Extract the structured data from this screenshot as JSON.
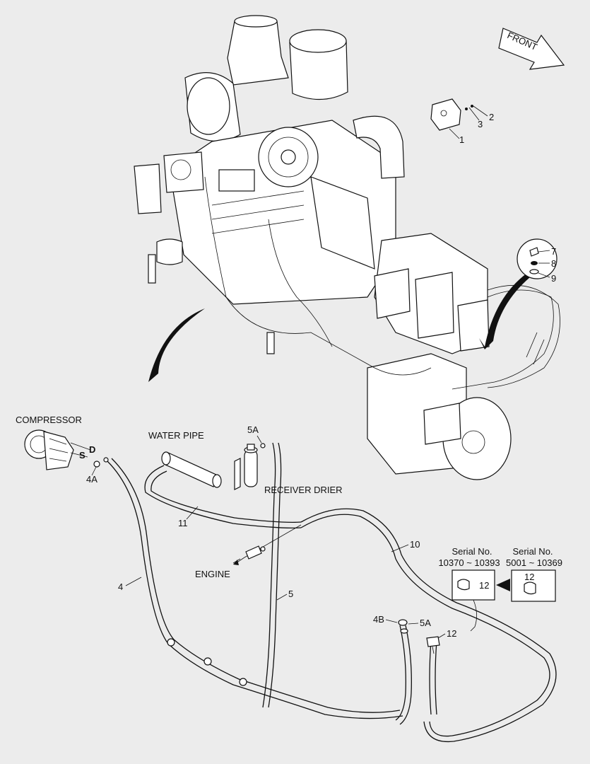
{
  "labels": {
    "front": "FRONT",
    "compressor": "COMPRESSOR",
    "water_pipe": "WATER PIPE",
    "receiver_drier": "RECEIVER DRIER",
    "engine": "ENGINE",
    "port_s": "S",
    "port_d": "D"
  },
  "callouts": {
    "c1": "1",
    "c2": "2",
    "c3": "3",
    "c4": "4",
    "c4a": "4A",
    "c4b": "4B",
    "c5": "5",
    "c5a_top": "5A",
    "c5a_bottom": "5A",
    "c7": "7",
    "c8": "8",
    "c9": "9",
    "c10": "10",
    "c11": "11",
    "c12": "12",
    "c12_box_a": "12",
    "c12_box_b": "12"
  },
  "serial_boxes": [
    {
      "title": "Serial No.",
      "range": "10370 ~ 10393"
    },
    {
      "title": "Serial No.",
      "range": "5001 ~ 10369"
    }
  ]
}
